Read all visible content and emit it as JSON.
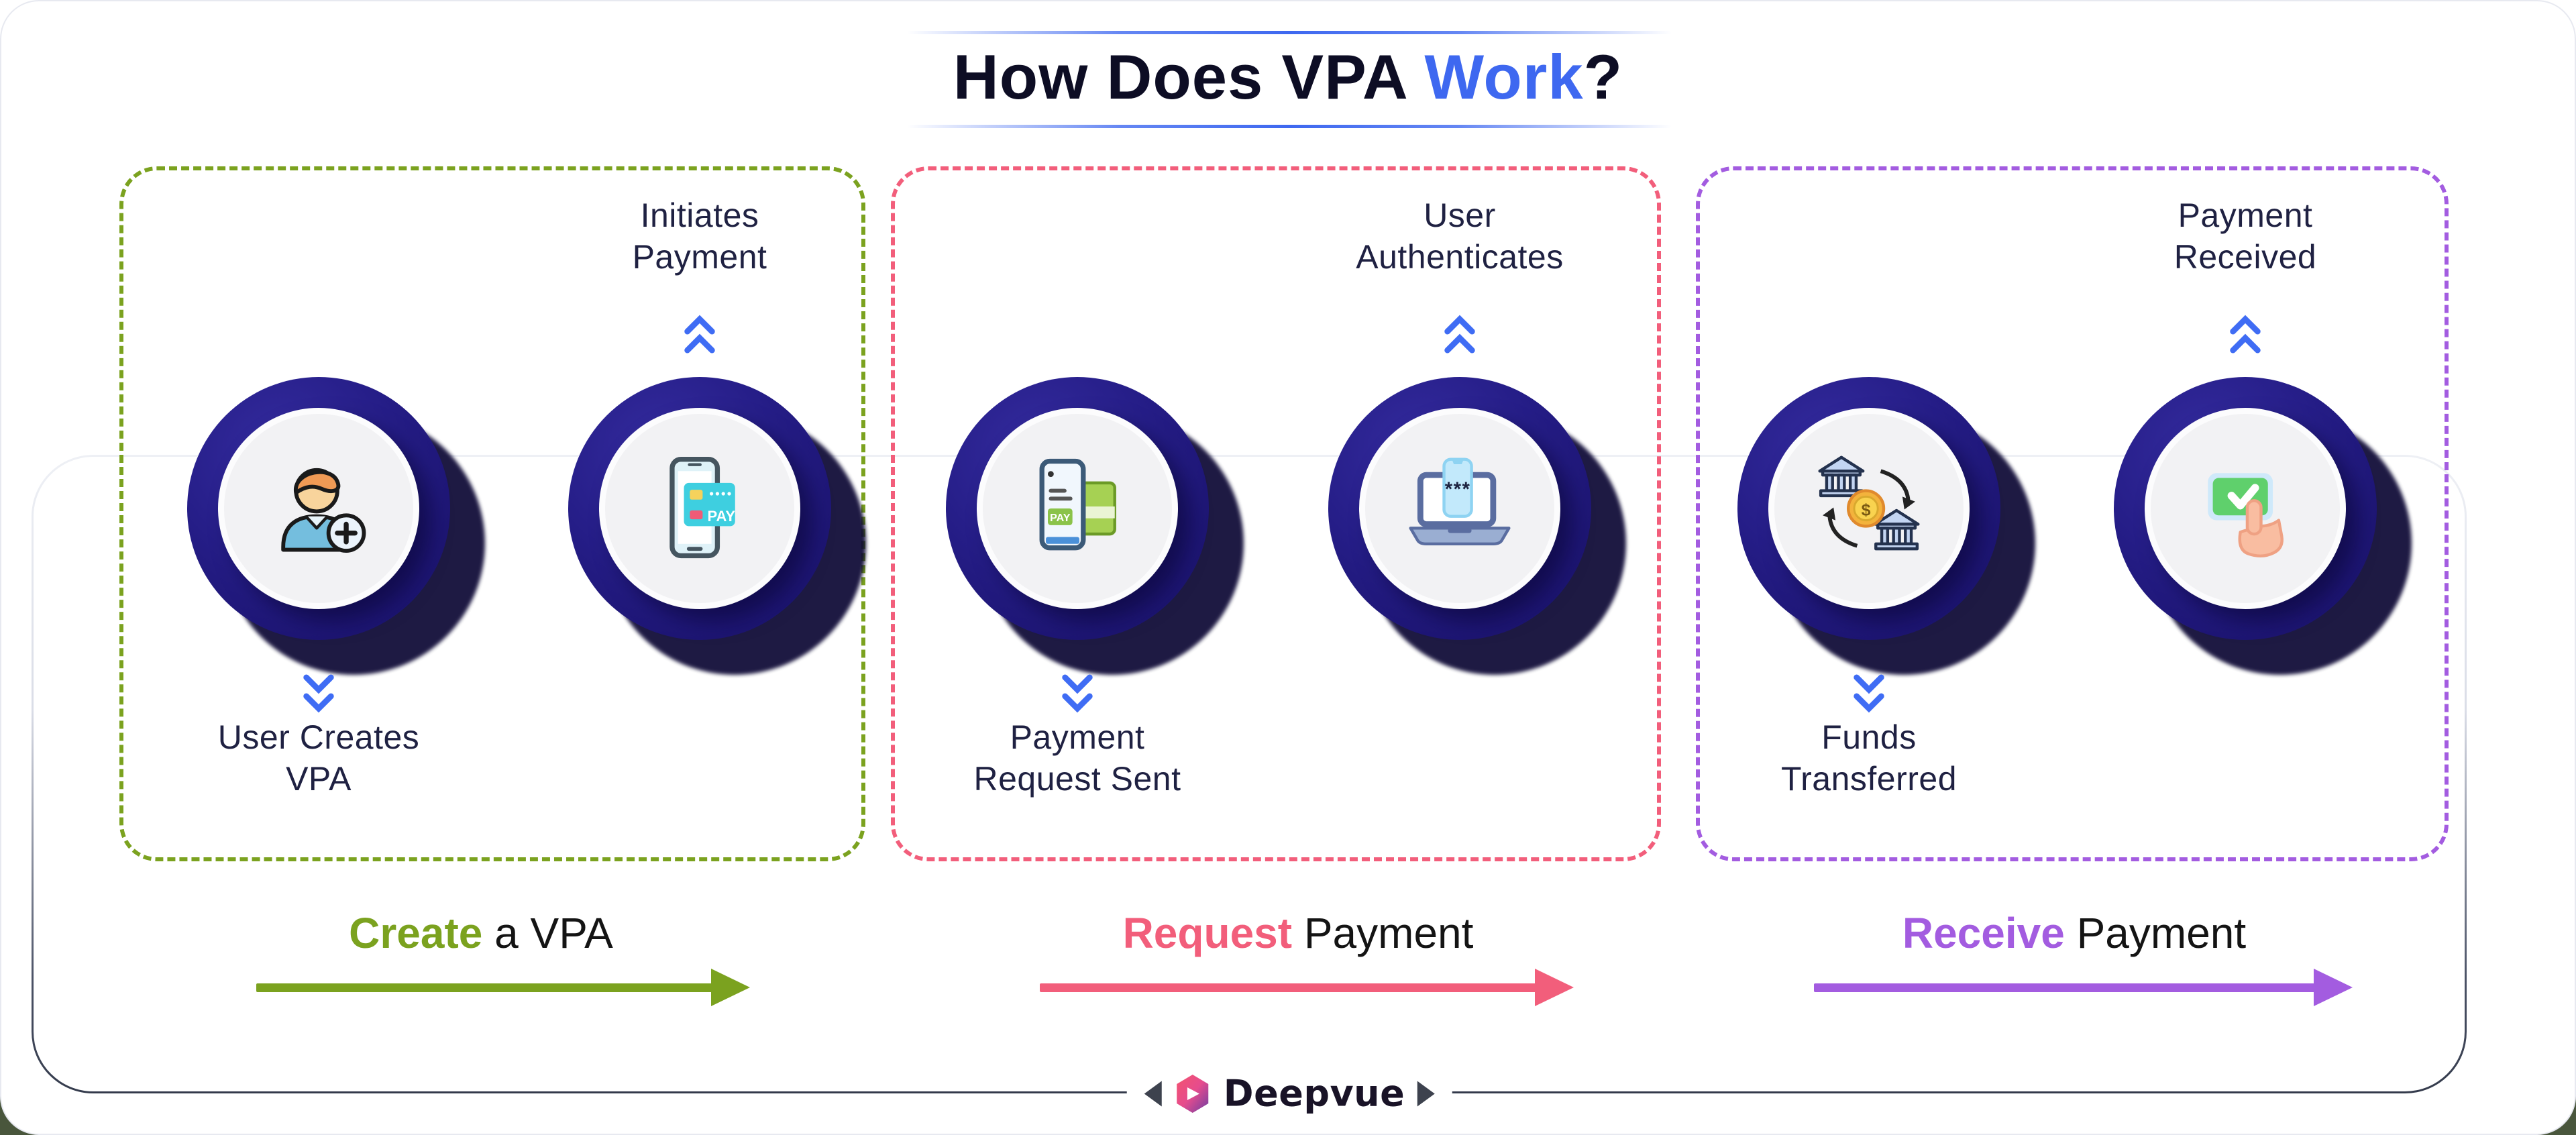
{
  "title": {
    "text_before": "How Does VPA ",
    "highlight": "Work",
    "text_after": "?"
  },
  "sections": [
    {
      "name": "Create a VPA",
      "accent_color": "#7BA21F",
      "caption": {
        "highlight": "Create",
        "rest": " a VPA"
      },
      "steps": [
        {
          "icon": "add-user-icon",
          "lines": [
            "User Creates",
            "VPA"
          ],
          "arrow": "down"
        },
        {
          "icon": "mobile-pay-icon",
          "lines": [
            "Initiates",
            "Payment"
          ],
          "arrow": "up"
        }
      ]
    },
    {
      "name": "Request Payment",
      "accent_color": "#F25E7B",
      "caption": {
        "highlight": "Request",
        "rest": " Payment"
      },
      "steps": [
        {
          "icon": "payment-request-icon",
          "lines": [
            "Payment",
            "Request Sent"
          ],
          "arrow": "down"
        },
        {
          "icon": "laptop-authentication-icon",
          "lines": [
            "User",
            "Authenticates"
          ],
          "arrow": "up"
        }
      ]
    },
    {
      "name": "Receive Payment",
      "accent_color": "#A35CE0",
      "caption": {
        "highlight": "Receive",
        "rest": " Payment"
      },
      "steps": [
        {
          "icon": "bank-transfer-icon",
          "lines": [
            "Funds",
            "Transferred"
          ],
          "arrow": "down"
        },
        {
          "icon": "payment-received-icon",
          "lines": [
            "Payment",
            "Received"
          ],
          "arrow": "up"
        }
      ]
    }
  ],
  "icon_texts": {
    "mobile_pay": "PAY",
    "request_pay": "PAY",
    "otp": "***",
    "coin_symbol": "$"
  },
  "brand": {
    "name": "Deepvue"
  },
  "colors": {
    "title_highlight": "#3E68F0",
    "chevron_blue": "#3F6CF4",
    "step_label": "#1F2142",
    "circle_ring_navy": "#1E1878",
    "green_accent": "#7BA21F",
    "pink_accent": "#F25E7B",
    "purple_accent": "#A35CE0",
    "panel_border_bottom": "#3A4152",
    "corner_shadow_green": "#49563C"
  }
}
